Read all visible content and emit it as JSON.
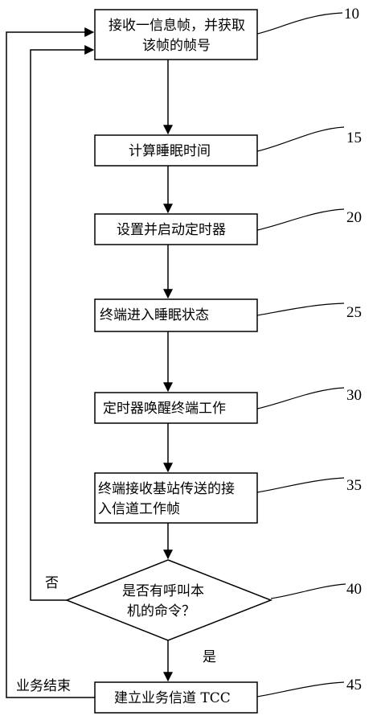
{
  "steps": [
    {
      "id": "10",
      "lines": [
        "接收一信息帧，并获取",
        "该帧的帧号"
      ]
    },
    {
      "id": "15",
      "lines": [
        "计算睡眠时间"
      ]
    },
    {
      "id": "20",
      "lines": [
        "设置并启动定时器"
      ]
    },
    {
      "id": "25",
      "lines": [
        "终端进入睡眠状态"
      ]
    },
    {
      "id": "30",
      "lines": [
        "定时器唤醒终端工作"
      ]
    },
    {
      "id": "35",
      "lines": [
        "终端接收基站传送的接",
        "入信道工作帧"
      ]
    },
    {
      "id": "40",
      "lines": [
        "是否有呼叫本",
        "机的命令？"
      ]
    },
    {
      "id": "45",
      "lines": [
        "建立业务信道 TCC"
      ]
    }
  ],
  "labels": {
    "no": "否",
    "yes": "是",
    "service_end": "业务结束"
  }
}
